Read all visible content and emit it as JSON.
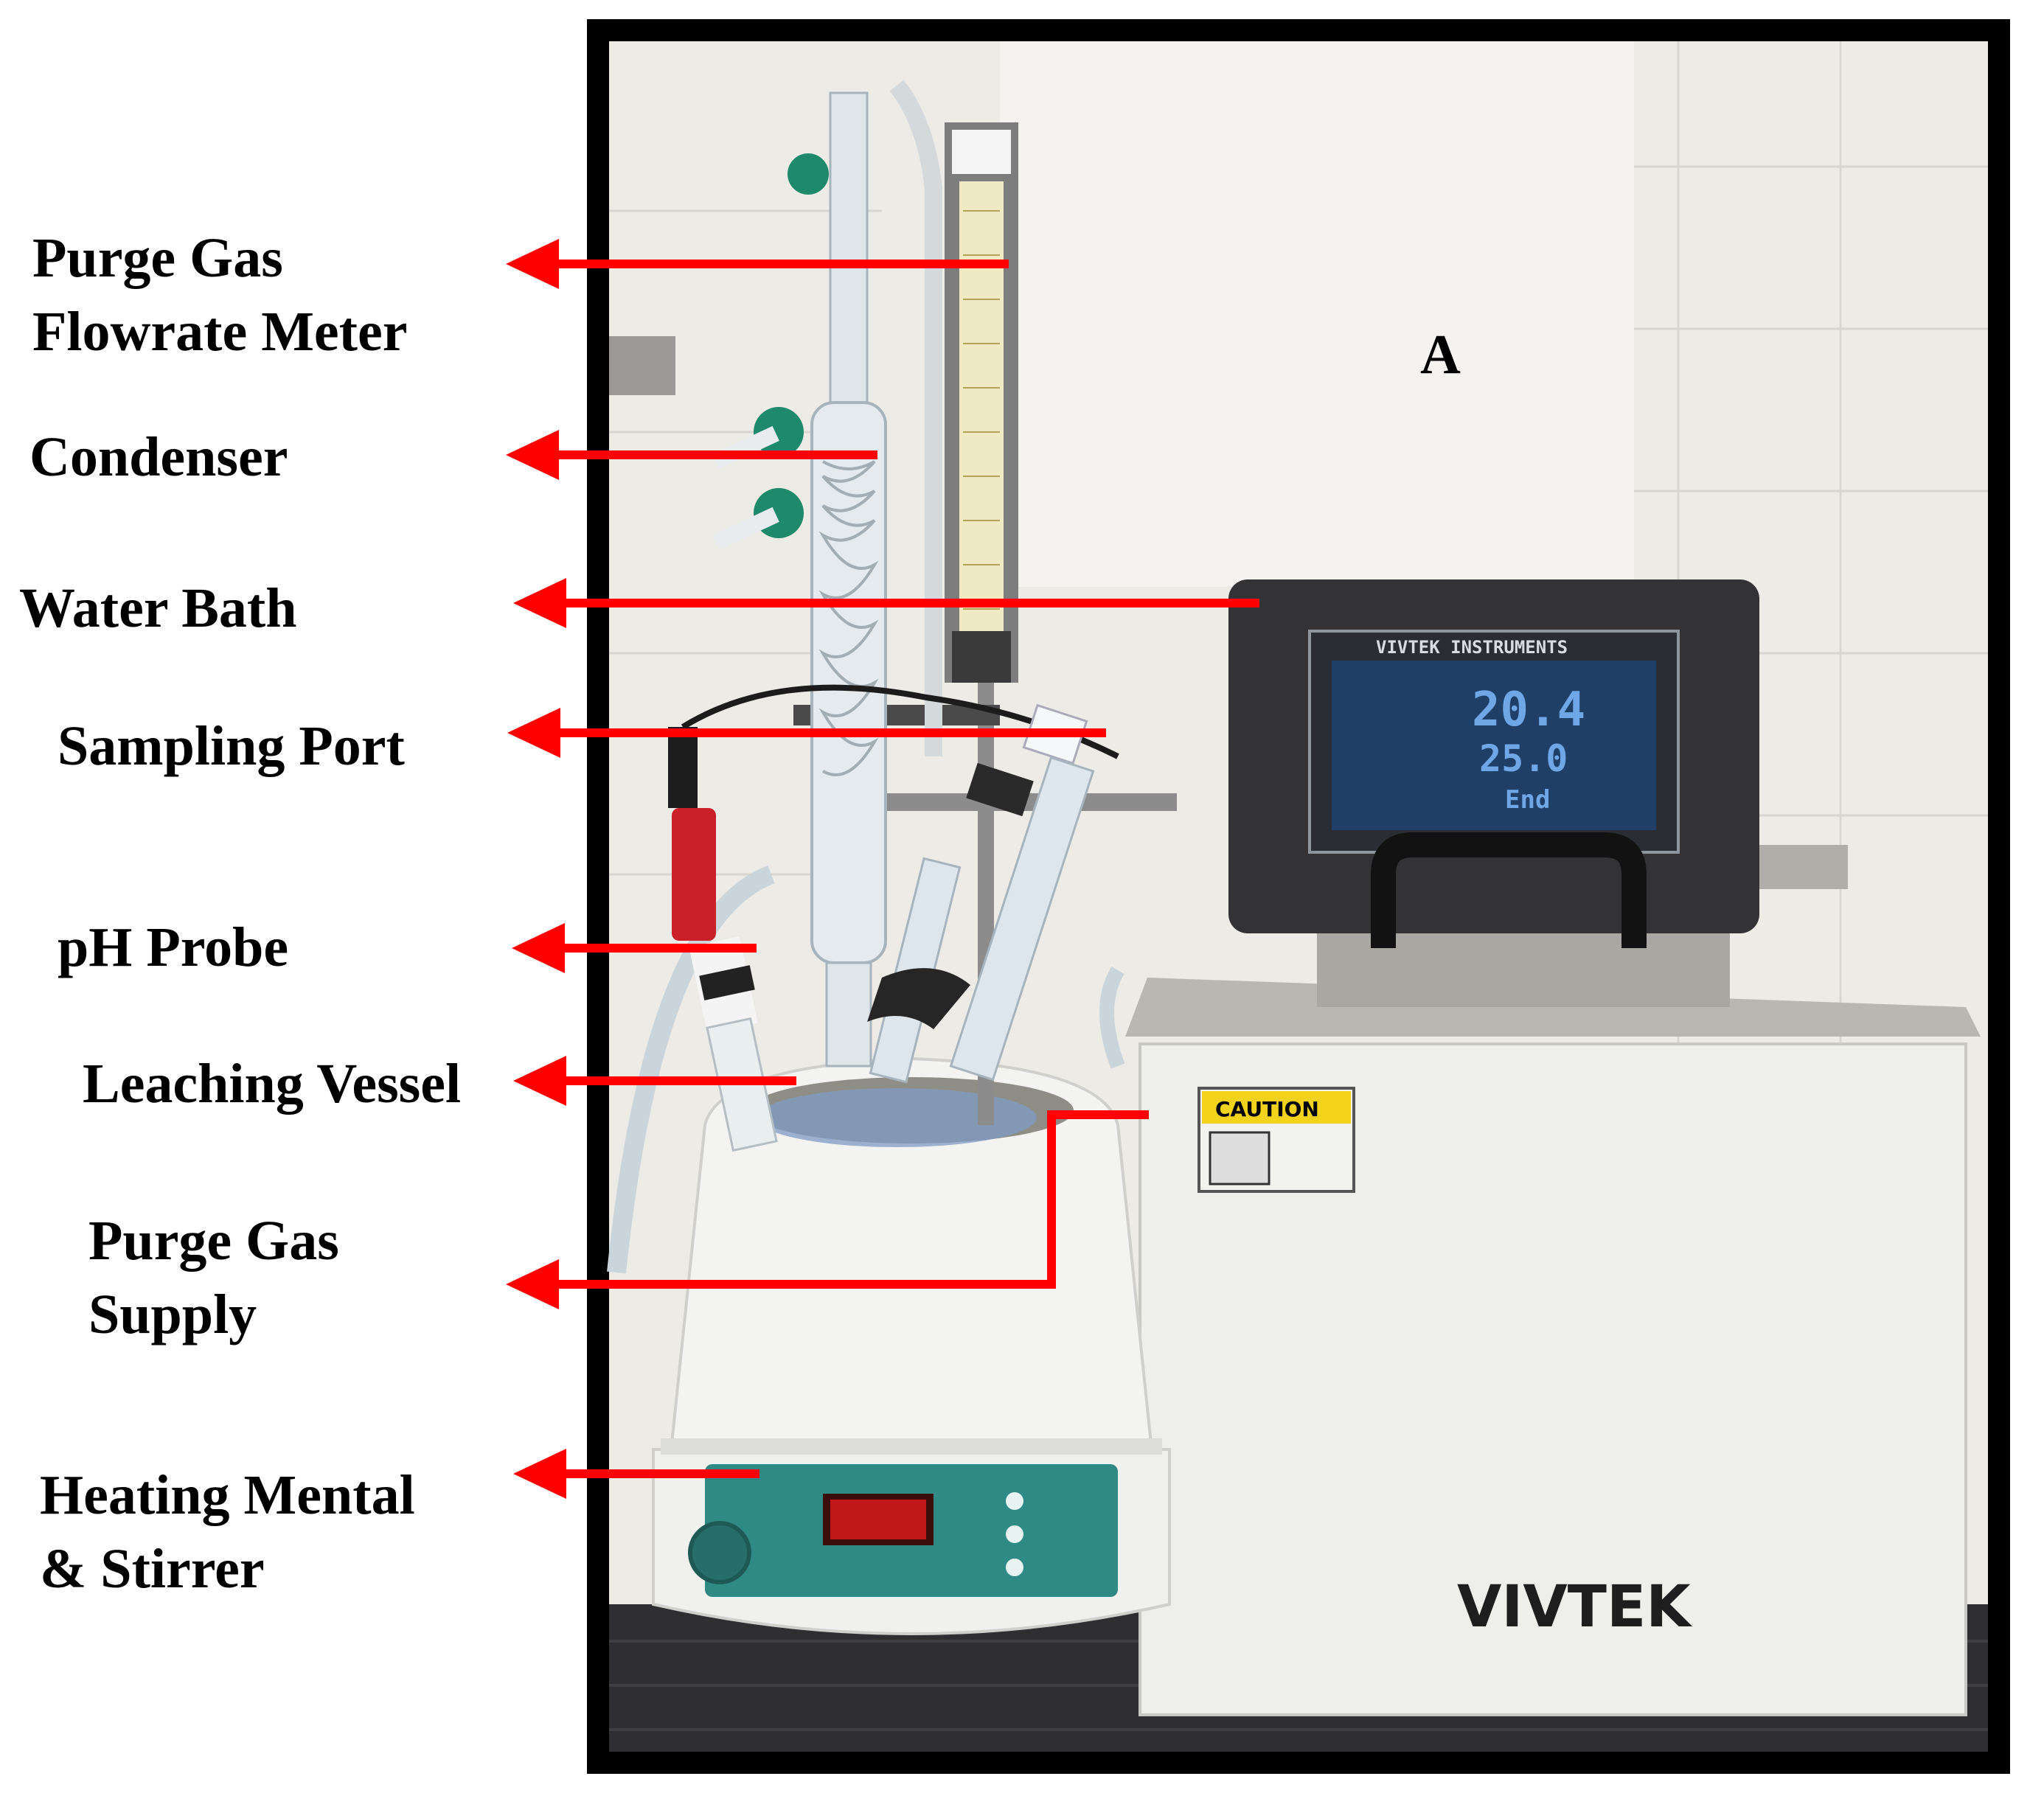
{
  "figure": {
    "panel_letter": "A",
    "labels": {
      "purge_gas_flowrate_meter": [
        "Purge Gas",
        "Flowrate Meter"
      ],
      "condenser": "Condenser",
      "water_bath": "Water Bath",
      "sampling_port": "Sampling Port",
      "ph_probe": "pH Probe",
      "leaching_vessel": "Leaching Vessel",
      "purge_gas_supply": [
        "Purge Gas",
        "Supply"
      ],
      "heating_mental_stirrer": [
        "Heating Mental",
        "& Stirrer"
      ]
    },
    "equipment_text": {
      "controller_brand": "VIVTEK INSTRUMENTS",
      "display_reading": "20.4",
      "display_setpoint": "25.0",
      "display_status": "End",
      "caution": "CAUTION",
      "body_logo": "VIVTEK"
    },
    "colors": {
      "arrow": "#ff0000",
      "frame": "#000000",
      "wall": "#ecebe6",
      "bath_body": "#eeeeea",
      "mantle_teal": "#2f8a86",
      "display_blue": "#6fa6e6"
    }
  }
}
